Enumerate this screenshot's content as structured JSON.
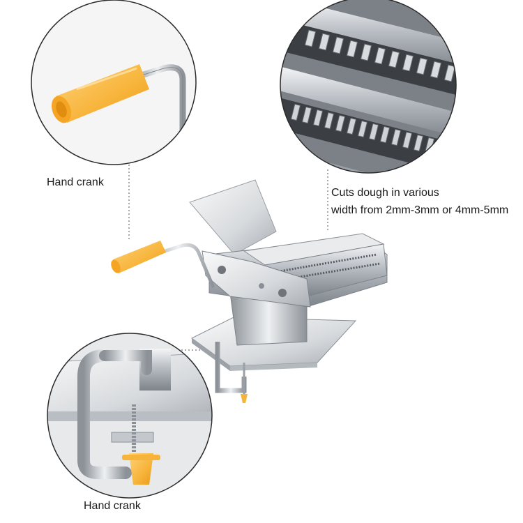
{
  "captions": {
    "top_left": "Hand crank",
    "bottom_left": "Hand crank",
    "right_line1": "Cuts dough in various",
    "right_line2": "width from 2mm-3mm or 4mm-5mm"
  },
  "colors": {
    "background": "#ffffff",
    "handle_orange": "#f7b43a",
    "steel": "#c8ccd1",
    "circle_border": "#2b2b2b",
    "dotted_line": "#555555"
  },
  "icons": {
    "pasta_machine": "pasta-machine-illustration",
    "crank_zoom": "hand-crank-closeup",
    "cutter_zoom": "cutter-rollers-closeup",
    "clamp_zoom": "table-clamp-closeup"
  }
}
